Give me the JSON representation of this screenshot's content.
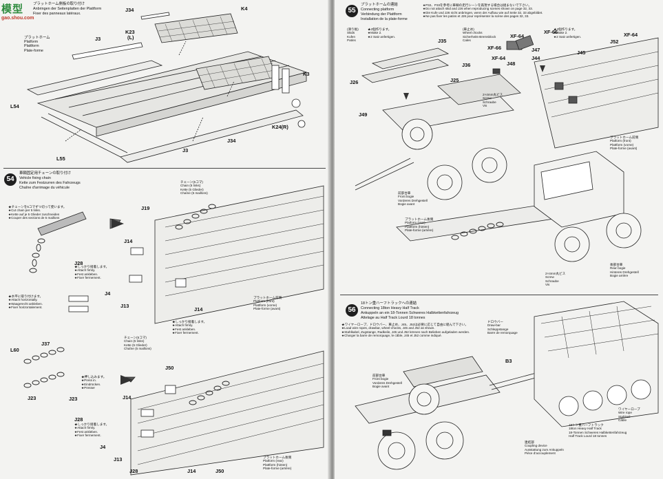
{
  "watermark": {
    "main": "模型",
    "url": "gao.shou.com"
  },
  "step53": {
    "title_jp": "プラットホーム側板の取り付け",
    "title_de": "Anbringen der Seitenplatten der Plattform",
    "title_fr": "Fixer des panneaux latéraux.",
    "platform_label": [
      "プラットホーム",
      "Platform",
      "Plattform",
      "Plate-forme"
    ],
    "parts": [
      "J34",
      "K4",
      "K23",
      "(L)",
      "J3",
      "K3",
      "L54",
      "J34",
      "K24(R)",
      "J3",
      "L55"
    ]
  },
  "step54": {
    "number": "54",
    "title_jp": "車輌固定用チェーンの取り付け",
    "title_en": "Vehicle fixing chain",
    "title_de": "Kette zum Festzurren des Fahrzeugs",
    "title_fr": "Chaîne d'arrimage du véhicule",
    "cut_note": [
      "★チェーンを5コマずつ切って使います。",
      "★Cut chain per 5 links.",
      "★Kette auf je 5 Glieder zuschneiden",
      "★Couper des sections de 5 maillons"
    ],
    "chain_label": [
      "チェーン(5コマ)",
      "Chain (5 links)",
      "Kette (5 Glieder)",
      "Chaîne (5 maillons)"
    ],
    "attach_note": [
      "★しっかり接着します。",
      "★Attach firmly.",
      "★Fest ankleben.",
      "★Fixer fermement."
    ],
    "horiz_note": [
      "★水平に取り付けます。",
      "★Attach horizontally.",
      "★Waagerecht ankleben.",
      "★Fixer horizontalement."
    ],
    "press_note": [
      "★押し込みます。",
      "★Press in.",
      "★Eindrücken.",
      "★Presser"
    ],
    "platform_front": [
      "プラットホーム前側",
      "Platform (front)",
      "Plattform (vorne)",
      "Plate-forme (avant)"
    ],
    "platform_rear": [
      "プラットホーム後側",
      "Platform (rear)",
      "Plattform (hinten)",
      "Plate-forme (arrière)"
    ],
    "parts_top": [
      "J19",
      "J14",
      "J28",
      "J4",
      "J13",
      "J14"
    ],
    "parts_bottom": [
      "L60",
      "J37",
      "J23",
      "J23",
      "J50",
      "J14",
      "J28",
      "J4",
      "J13",
      "J28",
      "J14",
      "J50"
    ]
  },
  "step55": {
    "number": "55",
    "title_jp": "プラットホームの連結",
    "title_en": "Connecting platform",
    "title_de": "Verbindung der Plattform",
    "title_fr": "Installation de la plate-forme",
    "top_note": [
      "★P32、P33を参考に車輌の走行シーンを再現する場合は組まないで下さい。",
      "★Do not attach skid and J26 when reproducing scenes shown on page 32, 33.",
      "★Die Kufe und J26 nicht anbringen, wenn der Aufbau wie auf Seite 32, 33 abgebildet.",
      "★Ne pas fixer les patins et J26 pour représenter la scène des pages 32, 33."
    ],
    "skids": [
      "(滑り板)",
      "Skids",
      "Kufen",
      "Patins"
    ],
    "make2": [
      "★2個作ります。",
      "★Make 2.",
      "★2 Satz anfertigen.",
      "★Faire 2 jeux."
    ],
    "wheel_chocks": [
      "(車止め)",
      "Wheel chocks",
      "Sicherheits-Bremsblock",
      "Cales"
    ],
    "screw": [
      "2×4mm丸ビス",
      "Screw",
      "Schraube",
      "Vis"
    ],
    "platform_front": [
      "プラットホーム前側",
      "Platform (front)",
      "Plattform (vorne)",
      "Plate-forme (avant)"
    ],
    "front_bogie": [
      "前部台車",
      "Front bogie",
      "Vorderes Drehgestell",
      "Bogie avant"
    ],
    "platform_rear": [
      "プラットホーム後側",
      "Platform (rear)",
      "Plattform (hinten)",
      "Plate-forme (arrière)"
    ],
    "rear_bogie": [
      "後部台車",
      "Rear bogie",
      "Hinteres Drehgestell",
      "Bogie arrière"
    ],
    "screw2": [
      "2×4mm丸ビス",
      "Screw",
      "Schraube",
      "Vis"
    ],
    "parts": [
      "J35",
      "J36",
      "J26",
      "J25",
      "J49",
      "XF-66",
      "XF-64",
      "XF-64",
      "J48",
      "J44",
      "J47",
      "J45",
      "J52",
      "XF-66",
      "XF-64"
    ]
  },
  "step56": {
    "number": "56",
    "title_jp": "18トン重ハーフトラックへの連結",
    "title_en": "Connecting 18ton Heavy Half Track",
    "title_de": "Ankuppeln an ein 18-Tonnen Schweres Halbkettenfahrzeug",
    "title_fr": "Attelage au Half Track Lourd 18 tonnes",
    "note": [
      "★ワイヤーロープ、ドロウバー、車止め、J45、J52は必要に応じて自由に組んで下さい。",
      "★Load wire ropes, drawbar, wheel-chocks, J45 and J52 as shown.",
      "★Stahlkabel, Zugstange, Radkeile, J45 und J52 können nach Belieben aufgeladen werden.",
      "★Charger la barre de remorquage, le câble, J45 et J52 comme indiqué."
    ],
    "drawbar": [
      "ドロウバー",
      "Draw-bar",
      "Schleppstange",
      "Barre de remorquage"
    ],
    "front_bogie": [
      "前部台車",
      "Front bogie",
      "Vorderes Drehgestell",
      "Bogie avant"
    ],
    "halftrack": [
      "18トン重ハーフトラック",
      "18ton Heavy Half Track",
      "18-Tonnen Schweres Halbkettenfahrzeug",
      "Half Track Lourd 18 tonnes"
    ],
    "wire_rope": [
      "ワイヤーロープ",
      "Wire rope",
      "Stahlseil",
      "Câble"
    ],
    "coupling": [
      "連結部",
      "Coupling device",
      "Ausstattung zum Ankuppeln",
      "Pièce d'accouplement"
    ],
    "parts": [
      "B3"
    ]
  }
}
